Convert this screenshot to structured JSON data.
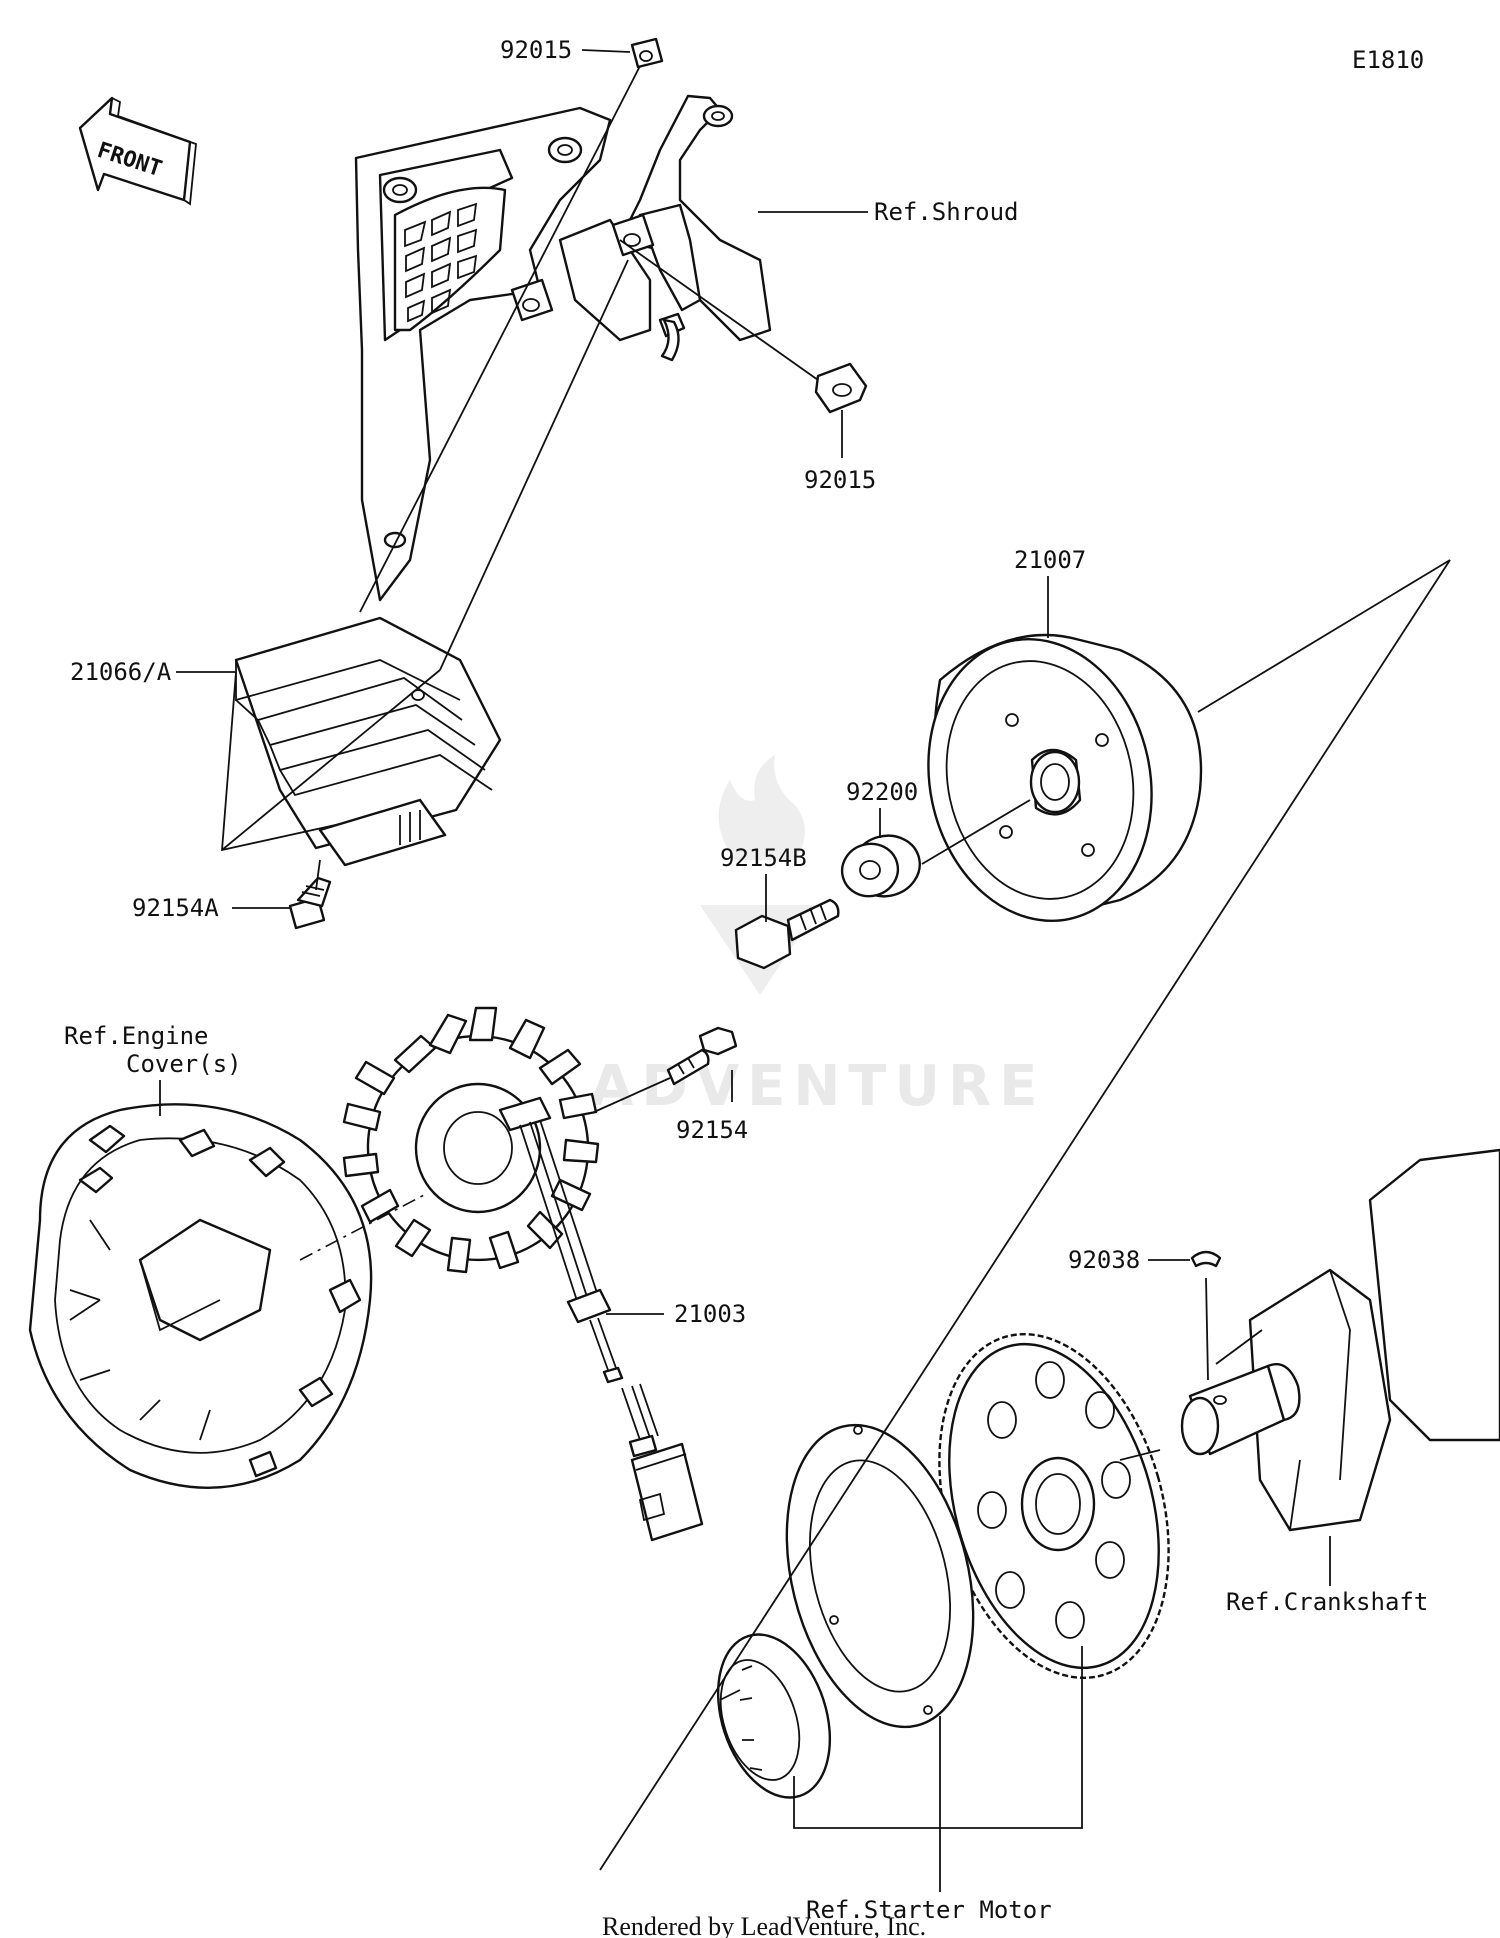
{
  "diagram_id": "E1810",
  "front_label": "FRONT",
  "watermark": "ADVENTURE",
  "footer": "Rendered by LeadVenture, Inc.",
  "callouts": {
    "c92015_top": "92015",
    "ref_shroud": "Ref.Shroud",
    "c92015_right": "92015",
    "c21007": "21007",
    "c21066a": "21066/A",
    "c92200": "92200",
    "c92154b": "92154B",
    "c92154a": "92154A",
    "ref_engine_cover_1": "Ref.Engine",
    "ref_engine_cover_2": "Cover(s)",
    "c92154": "92154",
    "c21003": "21003",
    "c92038": "92038",
    "ref_crankshaft": "Ref.Crankshaft",
    "ref_starter_motor": "Ref.Starter Motor"
  }
}
